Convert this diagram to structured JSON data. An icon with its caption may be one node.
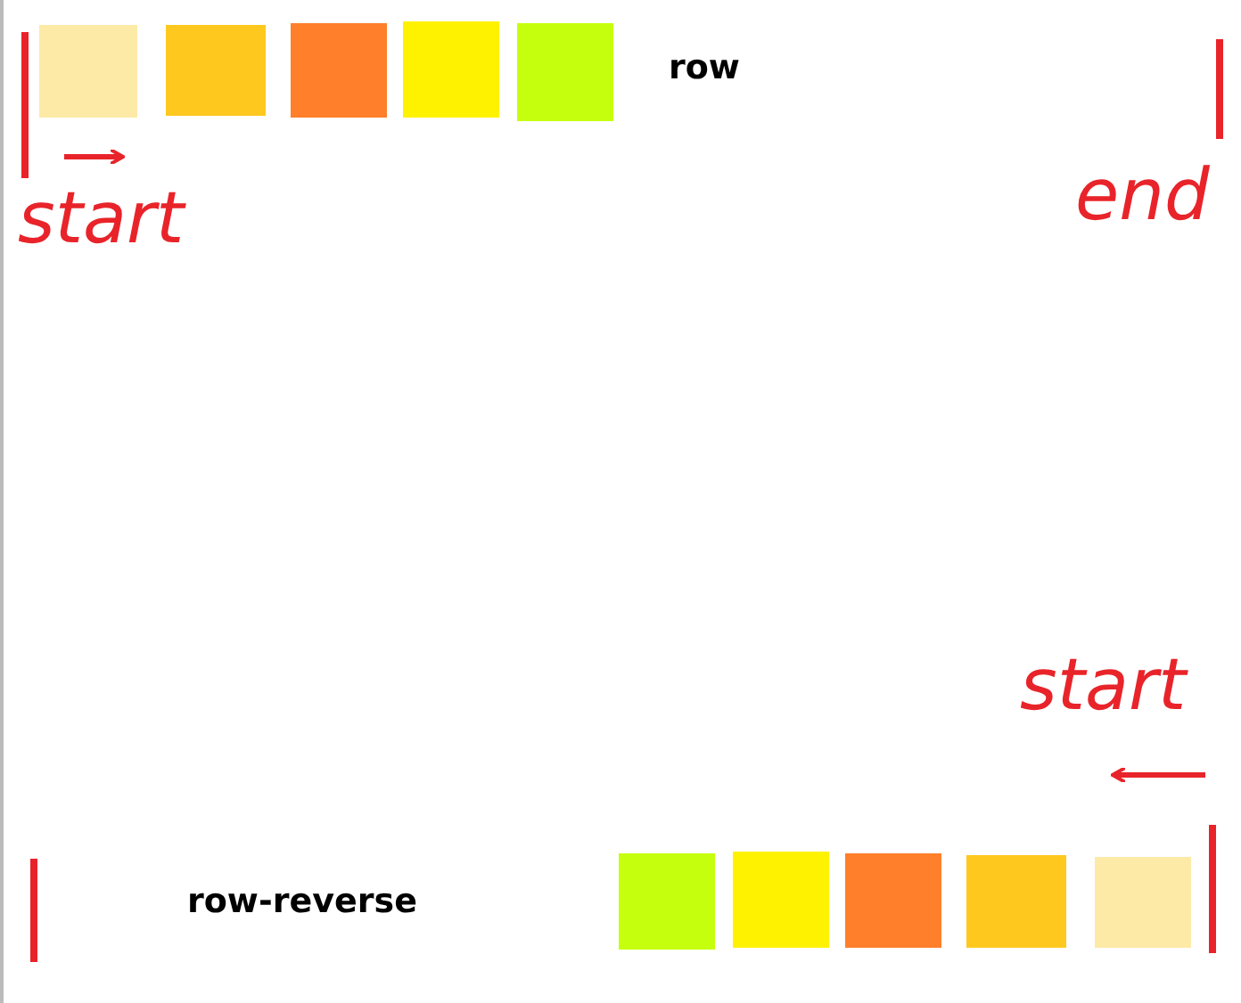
{
  "diagram": {
    "nodes": [
      {
        "text": [],
        "shape": "box"
      },
      {
        "text": [],
        "shape": "box"
      },
      {
        "text": [],
        "shape": "box"
      },
      {
        "text": [],
        "shape": "box"
      },
      {
        "text": [],
        "shape": "box"
      },
      {
        "text": [],
        "shape": "box"
      },
      {
        "text": [],
        "shape": "box"
      },
      {
        "text": [],
        "shape": "box"
      },
      {
        "text": [],
        "shape": "box"
      },
      {
        "text": [],
        "shape": "box"
      }
    ],
    "labels": [
      "row",
      "start",
      "end",
      "start",
      "row-reverse"
    ]
  }
}
